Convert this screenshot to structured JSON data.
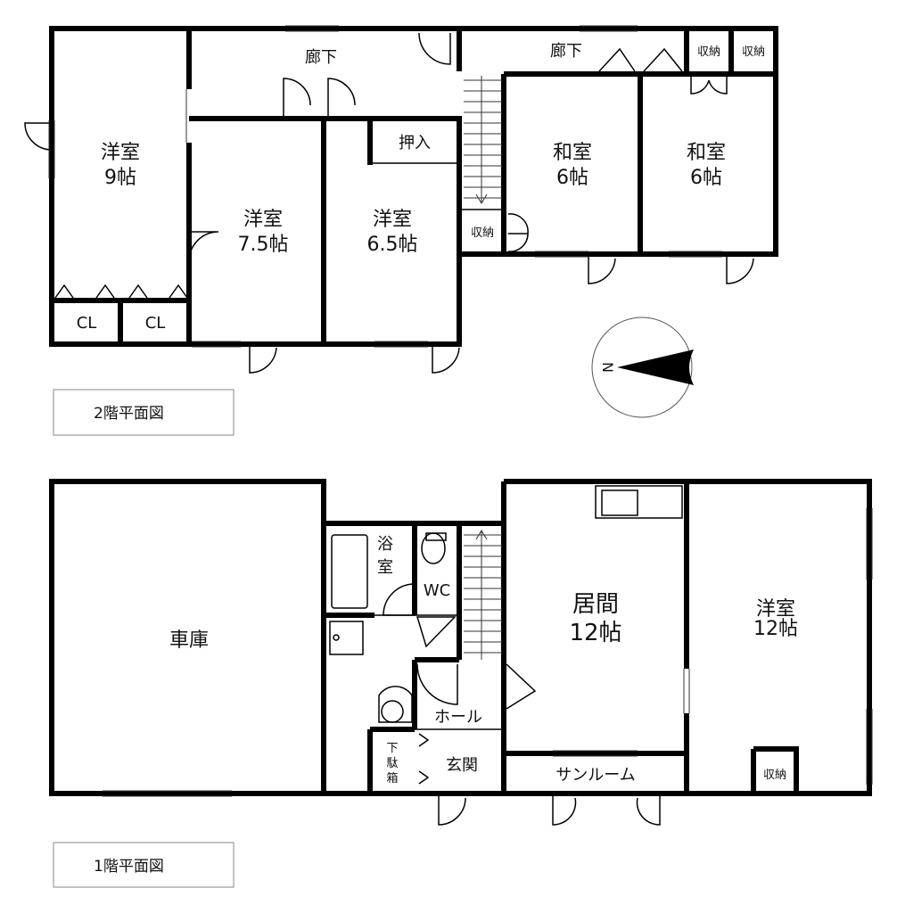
{
  "floor2": {
    "title": "2階平面図",
    "rooms": {
      "youshitsu9": [
        "洋室",
        "9帖"
      ],
      "youshitsu75": [
        "洋室",
        "7.5帖"
      ],
      "youshitsu65": [
        "洋室",
        "6.5帖"
      ],
      "washitsu1": [
        "和室",
        "6帖"
      ],
      "washitsu2": [
        "和室",
        "6帖"
      ],
      "corridor1": "廊下",
      "corridor2": "廊下",
      "oshiire": "押入",
      "closet1": "CL",
      "closet2": "CL",
      "storage1": "収納",
      "storage2": "収納",
      "storage3": "収納"
    }
  },
  "compass": {
    "label": "N"
  },
  "floor1": {
    "title": "1階平面図",
    "rooms": {
      "garage": "車庫",
      "bath": [
        "浴",
        "室"
      ],
      "wc": "WC",
      "hall": "ホール",
      "entrance": "玄関",
      "shoebox": [
        "下",
        "駄",
        "箱"
      ],
      "living": [
        "居間",
        "12帖"
      ],
      "sunroom": "サンルーム",
      "youshitsu12": [
        "洋室",
        "12帖"
      ],
      "storage": "収納"
    }
  }
}
